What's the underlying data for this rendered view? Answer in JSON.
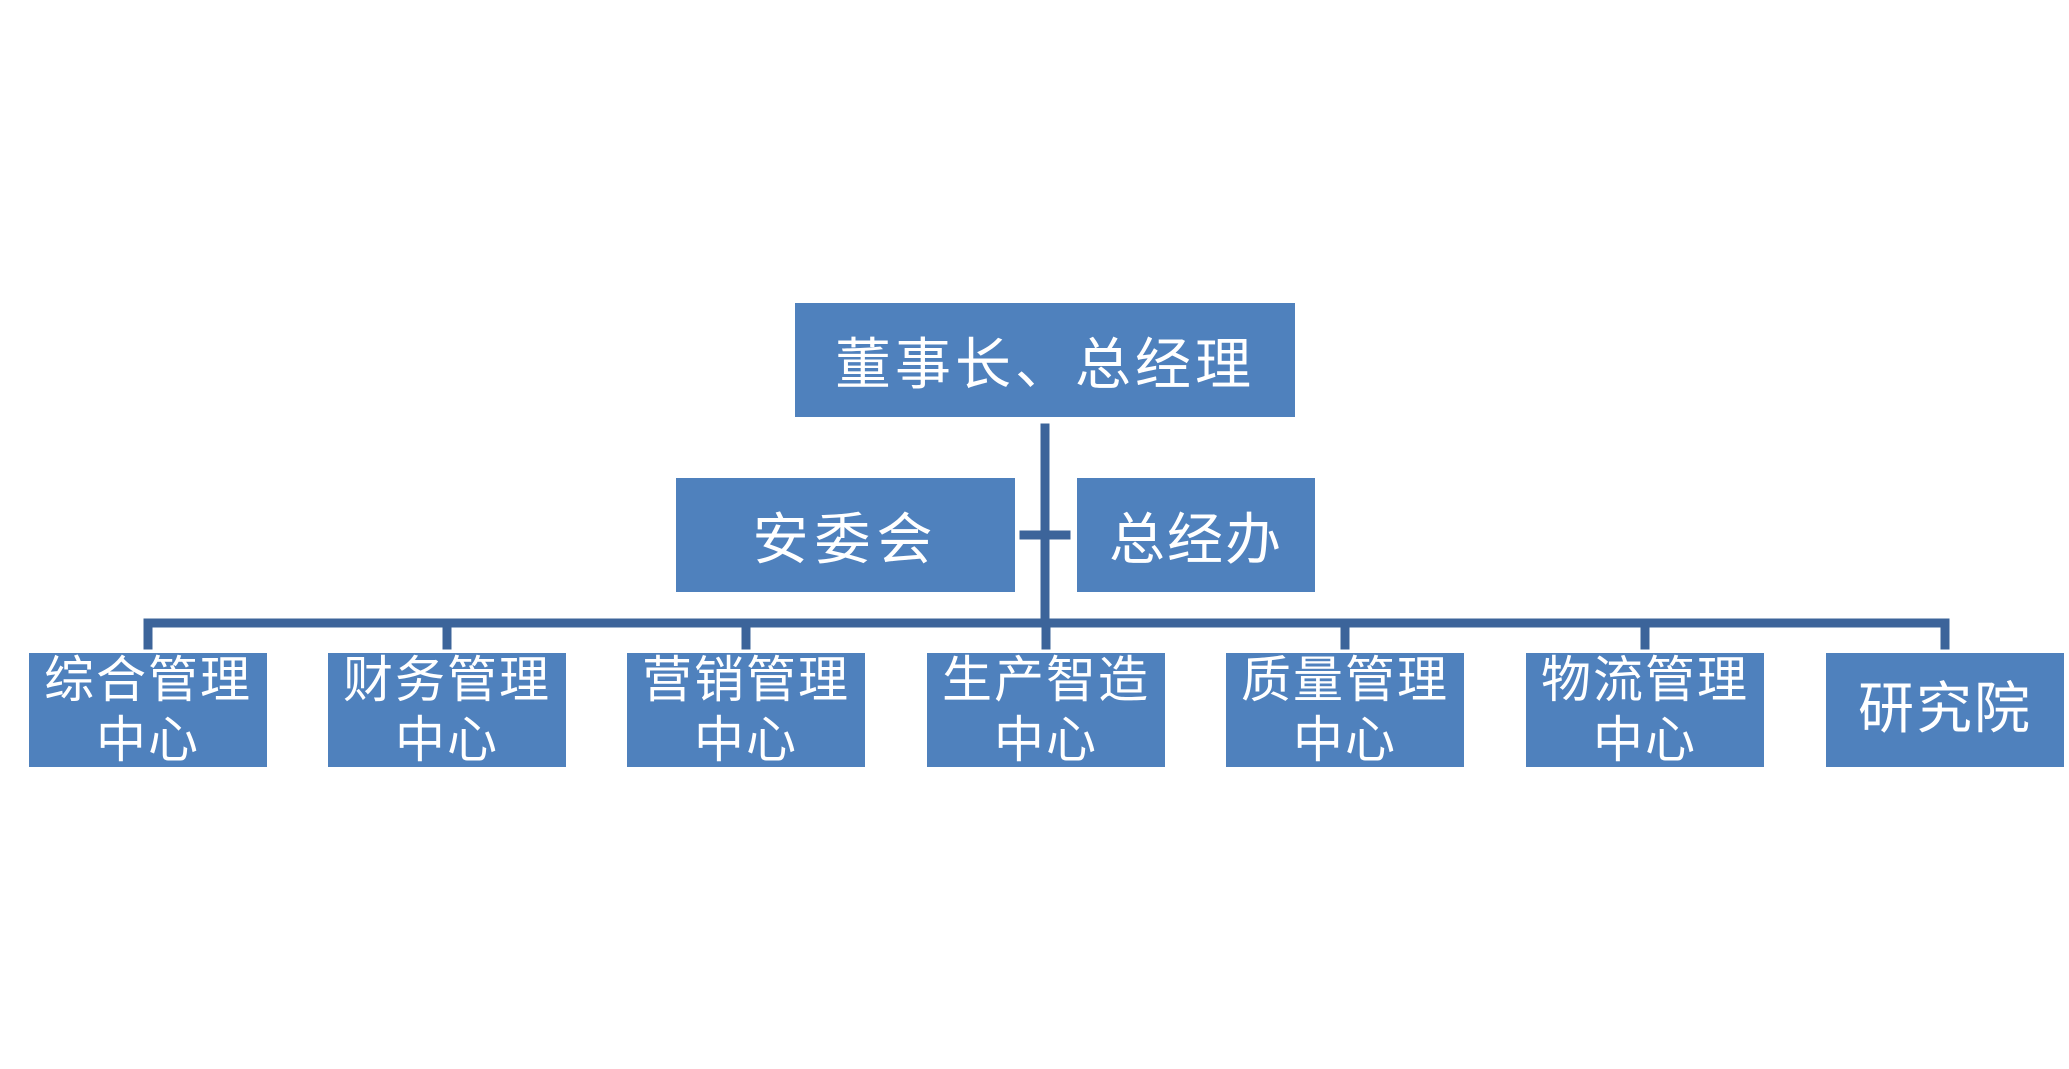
{
  "colors": {
    "box_fill": "#4f81bd",
    "connector": "#3c649a",
    "text": "#ffffff"
  },
  "top": {
    "label": "董事长、总经理"
  },
  "staff": {
    "left": {
      "label": "安委会"
    },
    "right": {
      "label": "总经办"
    }
  },
  "departments": [
    {
      "line1": "综合管理",
      "line2": "中心"
    },
    {
      "line1": "财务管理",
      "line2": "中心"
    },
    {
      "line1": "营销管理",
      "line2": "中心"
    },
    {
      "line1": "生产智造",
      "line2": "中心"
    },
    {
      "line1": "质量管理",
      "line2": "中心"
    },
    {
      "line1": "物流管理",
      "line2": "中心"
    },
    {
      "line1": "研究院",
      "line2": ""
    }
  ]
}
